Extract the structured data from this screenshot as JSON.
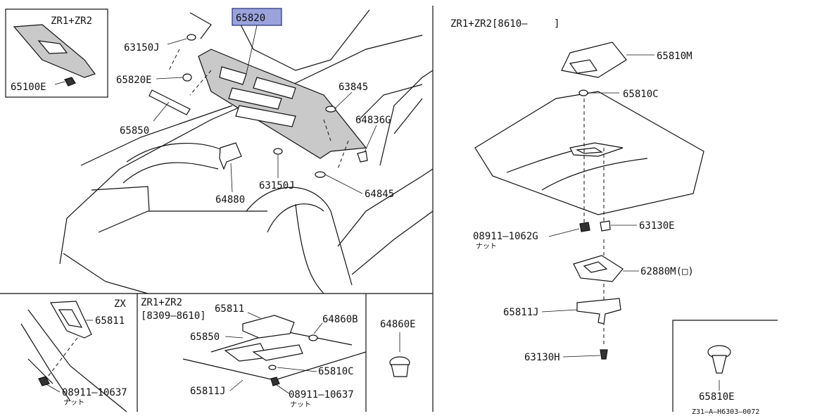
{
  "labels": {
    "inset_zr_top": "ZR1+ZR2",
    "p65100E": "65100E",
    "p63150J_top": "63150J",
    "p65820E": "65820E",
    "p65820": "65820",
    "p65850": "65850",
    "p63845": "63845",
    "p64836G": "64836G",
    "p63150J_bottom": "63150J",
    "p64880": "64880",
    "p64845": "64845",
    "right_header": "ZR1+ZR2[8610—",
    "right_bracket": "]",
    "p65810M": "65810M",
    "p65810C_right": "65810C",
    "p08911_1062G": "08911—1062G",
    "nut1": "ナット",
    "p63130E": "63130E",
    "p62880M": "62880M(□)",
    "p65811J_right": "65811J",
    "p63130H": "63130H",
    "p65810E": "65810E",
    "diagram_code": "Z31—A—H6303—0072",
    "zx_header": "ZX",
    "p65811_zx": "65811",
    "p08911_10637_left": "08911—10637",
    "nut2": "ナット",
    "zr_mid_header": "ZR1+ZR2",
    "zr_mid_range": "[8309—8610]",
    "p65811_mid": "65811",
    "p65850_mid": "65850",
    "p64860B": "64860B",
    "p65810C_mid": "65810C",
    "p65811J_mid": "65811J",
    "p08911_10637_mid": "08911—10637",
    "nut3": "ナット",
    "p64860E": "64860E"
  },
  "colors": {
    "line": "#111111",
    "highlight_fill": "#9aa3dc",
    "highlight_border": "#23307a",
    "background": "#ffffff"
  }
}
